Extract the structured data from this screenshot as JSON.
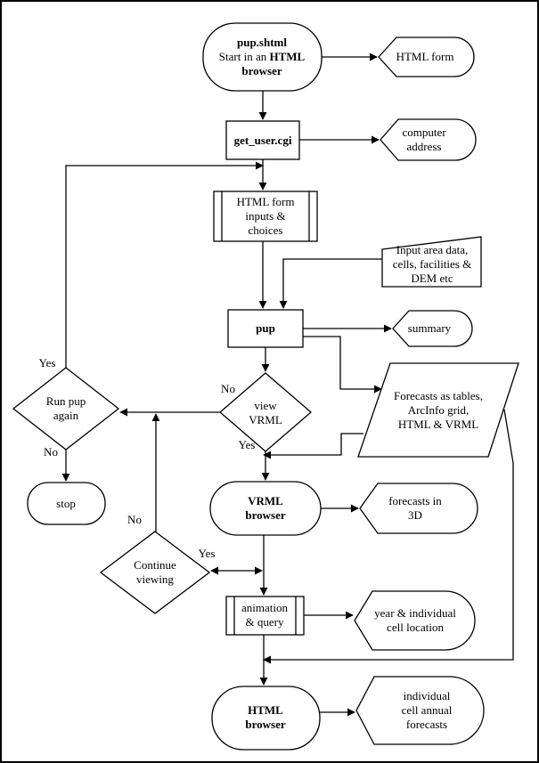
{
  "nodes": {
    "pup_shtml": {
      "title": "pup.shtml",
      "line2_pre": "Start in an ",
      "line2_bold": "HTML",
      "line3": "browser"
    },
    "html_form_out": "HTML form",
    "get_user": "get_user.cgi",
    "computer_address": "computer\naddress",
    "html_form_inputs": "HTML form\ninputs &\nchoices",
    "input_area": "Input area data,\ncells, facilities &\nDEM etc",
    "pup": "pup",
    "summary": "summary",
    "forecasts": "Forecasts as tables,\nArcInfo grid,\nHTML & VRML",
    "view_vrml": "view\nVRML",
    "run_pup_again": "Run pup\nagain",
    "stop": "stop",
    "vrml_browser": "VRML\nbrowser",
    "forecasts_3d": "forecasts in\n3D",
    "continue_viewing": "Continue\nviewing",
    "animation_query": "animation\n& query",
    "year_cell": "year & individual\ncell location",
    "html_browser": "HTML\nbrowser",
    "cell_forecasts": "individual\ncell annual\nforecasts"
  },
  "edge_labels": {
    "yes_run": "Yes",
    "no_run": "No",
    "no_view": "No",
    "yes_view": "Yes",
    "no_continue": "No",
    "yes_continue": "Yes"
  }
}
